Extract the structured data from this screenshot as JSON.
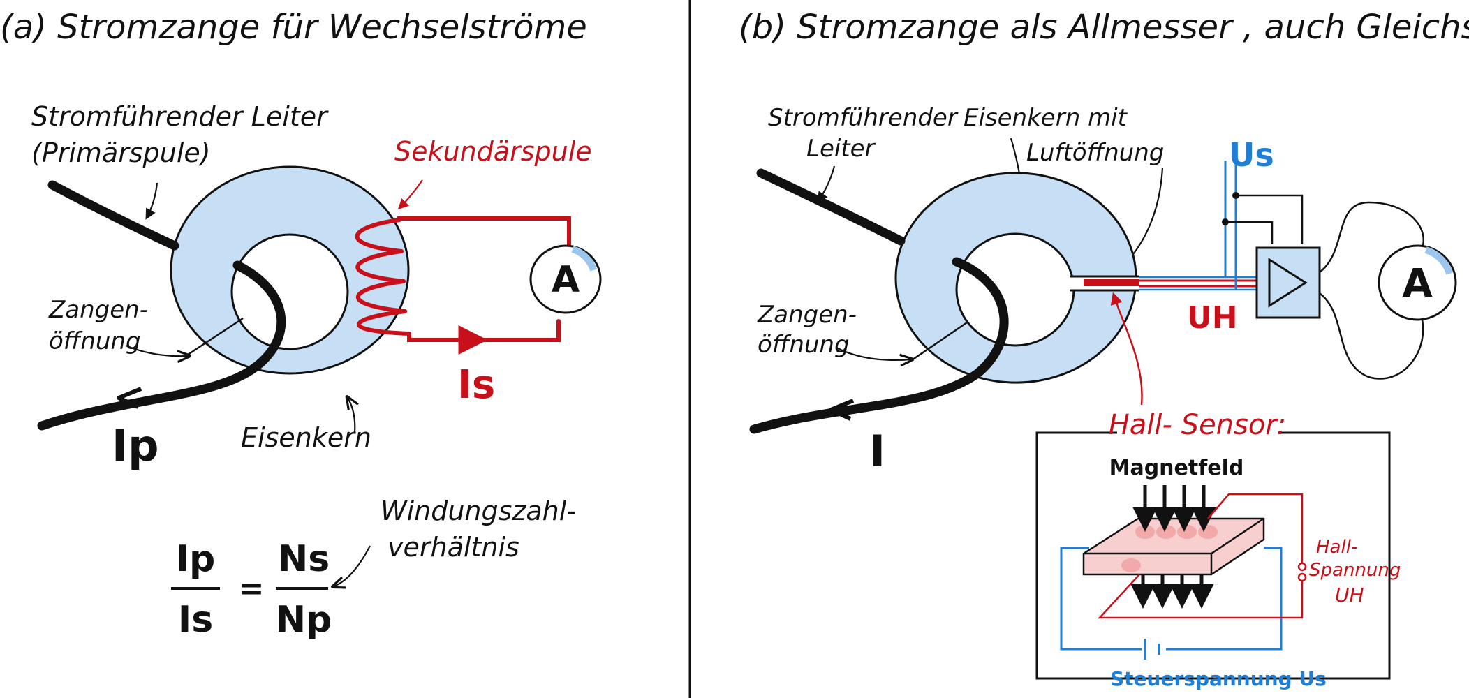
{
  "colors": {
    "ink": "#111111",
    "red": "#c8101a",
    "blue": "#1f7fd6",
    "core_fill": "#c6dff5",
    "sensor_fill": "#f7cfcf",
    "meter_fill": "#ffffff"
  },
  "panel_a": {
    "title": "(a) Stromzange für Wechselströme",
    "conductor_label_line1": "Stromführender Leiter",
    "conductor_label_line2": "(Primärspule)",
    "secondary_coil_label": "Sekundärspule",
    "jaw_label_line1": "Zangen-",
    "jaw_label_line2": "öffnung",
    "core_label": "Eisenkern",
    "ammeter_symbol": "A",
    "current_primary": "Ip",
    "current_secondary": "Is",
    "formula": {
      "num_left": "Ip",
      "den_left": "Is",
      "equals": "=",
      "num_right": "Ns",
      "den_right": "Np"
    },
    "ratio_label_line1": "Windungszahl-",
    "ratio_label_line2": "verhältnis"
  },
  "panel_b": {
    "title": "(b) Stromzange als Allmesser , auch Gleichstrom",
    "conductor_label_line1": "Stromführender",
    "conductor_label_line2": "Leiter",
    "core_label_line1": "Eisenkern mit",
    "core_label_line2": "Luftöffnung",
    "jaw_label_line1": "Zangen-",
    "jaw_label_line2": "öffnung",
    "supply_label": "Us",
    "hall_voltage_label": "UH",
    "current_label": "I",
    "ammeter_symbol": "A",
    "amplifier_icon": "triangle-amplifier",
    "hall_sensor": {
      "heading": "Hall- Sensor:",
      "field_label": "Magnetfeld",
      "hall_voltage_line1": "Hall-",
      "hall_voltage_line2": "Spannung",
      "hall_voltage_symbol": "UH",
      "control_voltage_label": "Steuerspannung Us"
    }
  }
}
